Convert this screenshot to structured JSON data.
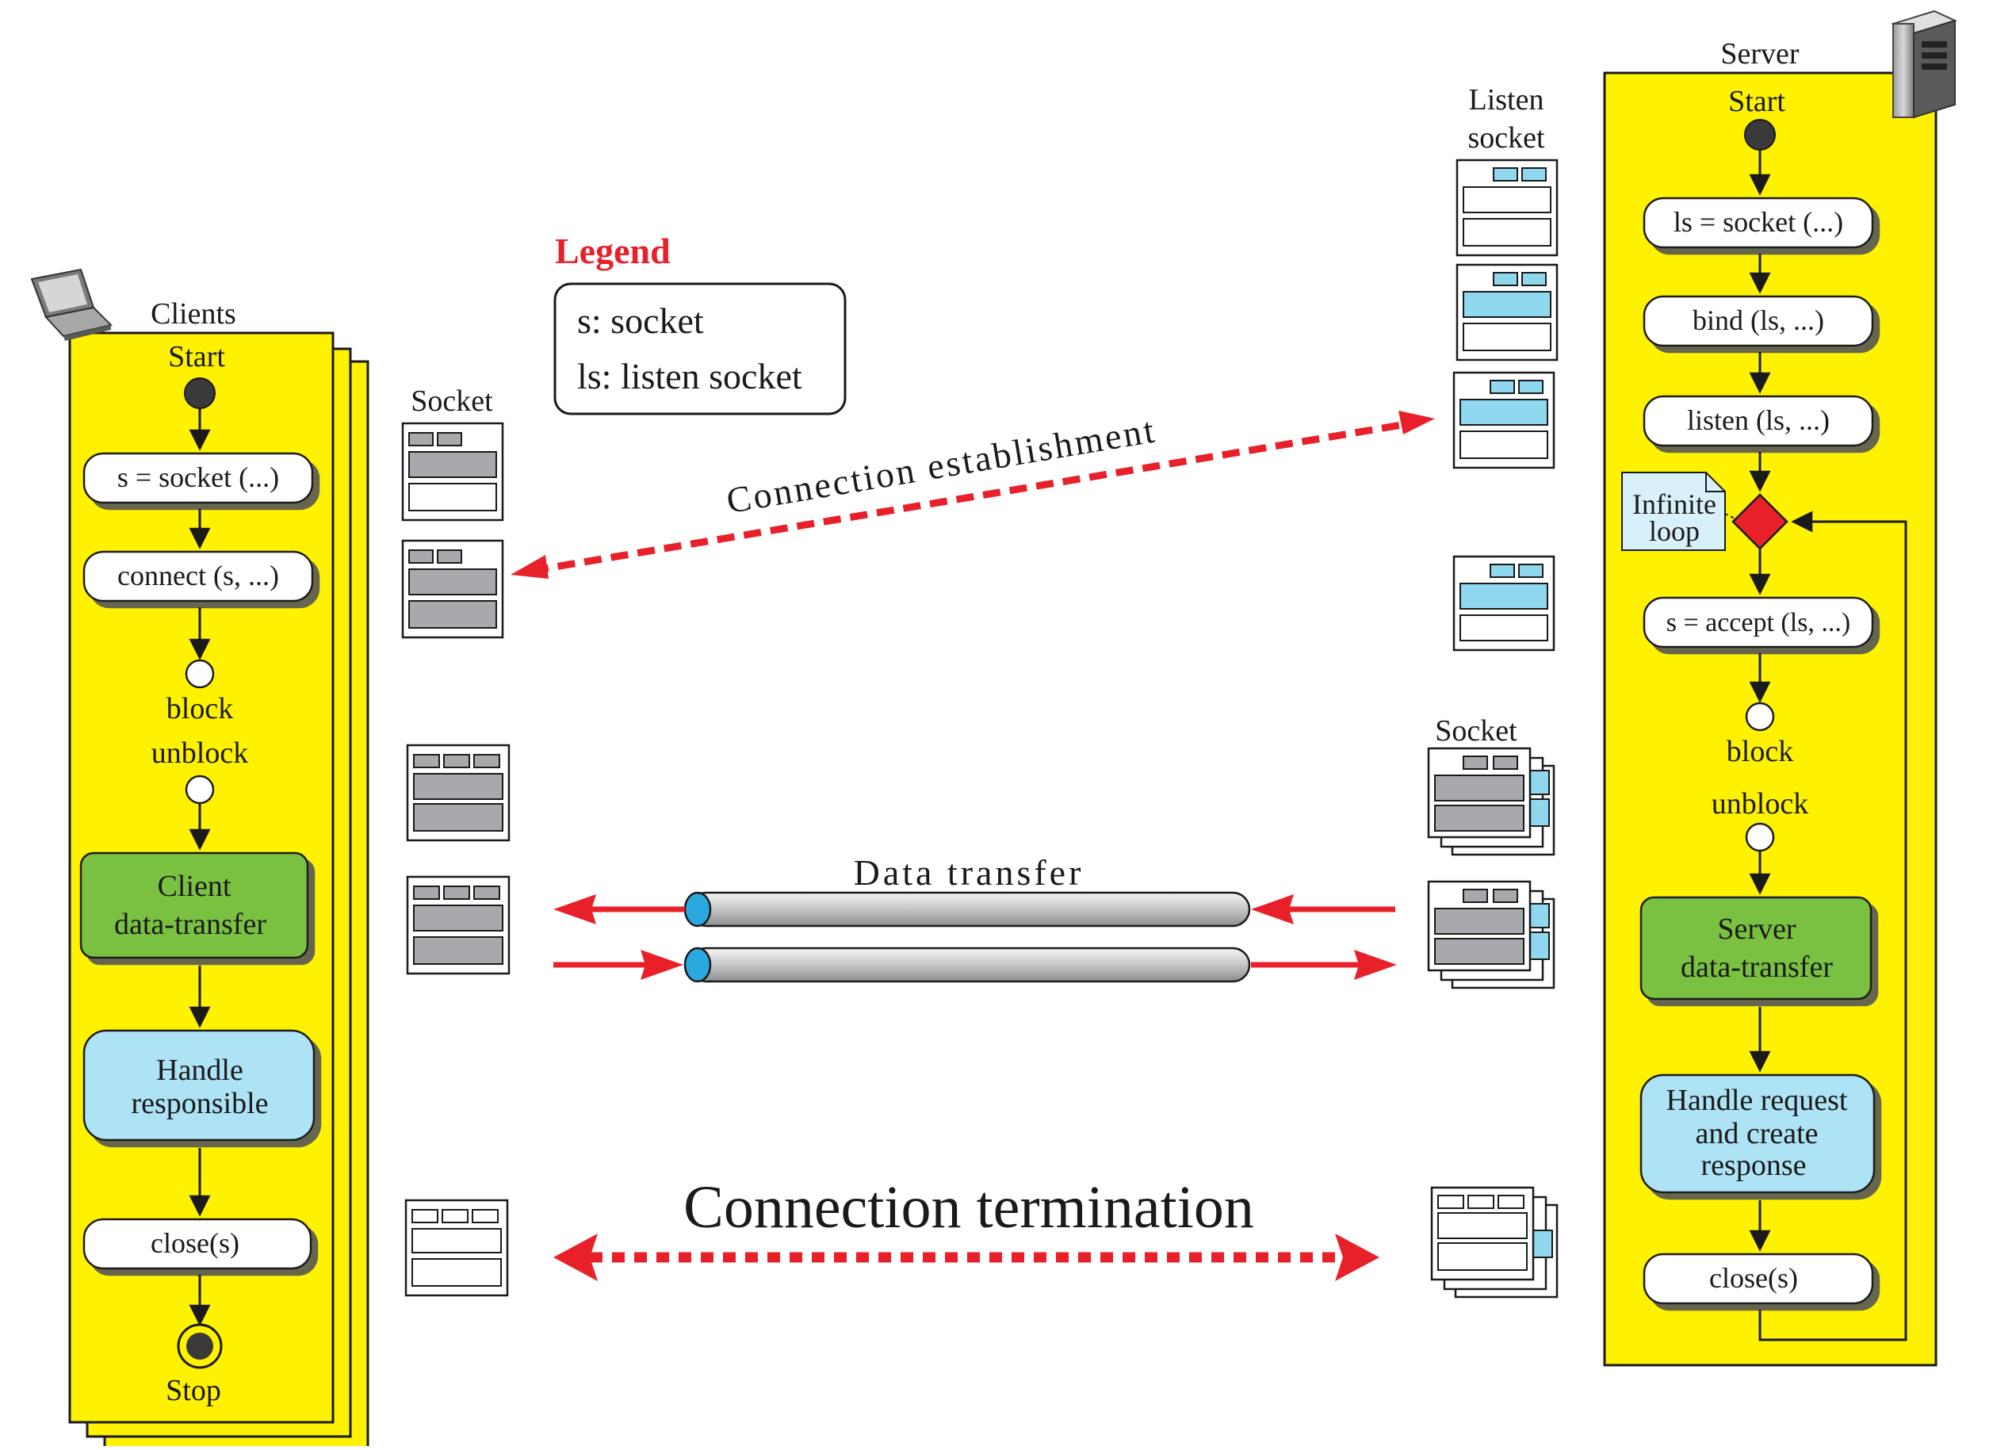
{
  "clients": {
    "title": "Clients",
    "start": "Start",
    "step_socket": "s = socket (...)",
    "step_connect": "connect (s, ...)",
    "block": "block",
    "unblock": "unblock",
    "data_transfer_line1": "Client",
    "data_transfer_line2": "data-transfer",
    "handle_line1": "Handle",
    "handle_line2": "responsible",
    "close": "close(s)",
    "stop": "Stop"
  },
  "server": {
    "title": "Server",
    "start": "Start",
    "step_socket": "ls = socket (...)",
    "step_bind": "bind (ls, ...)",
    "step_listen": "listen (ls, ...)",
    "infinite_loop_line1": "Infinite",
    "infinite_loop_line2": "loop",
    "step_accept": "s = accept (ls, ...)",
    "block": "block",
    "unblock": "unblock",
    "data_transfer_line1": "Server",
    "data_transfer_line2": "data-transfer",
    "handle_line1": "Handle request",
    "handle_line2": "and create",
    "handle_line3": "response",
    "close": "close(s)"
  },
  "legend": {
    "title": "Legend",
    "item1": "s: socket",
    "item2": "ls: listen socket"
  },
  "labels": {
    "client_socket": "Socket",
    "listen_socket_line1": "Listen",
    "listen_socket_line2": "socket",
    "server_socket": "Socket",
    "connection_establishment": "Connection establishment",
    "data_transfer": "Data transfer",
    "connection_termination": "Connection termination"
  },
  "colors": {
    "lane_fill": "#fff200",
    "green_box": "#7ac143",
    "blue_box": "#aee3f5",
    "socket_gray": "#a7a9ac",
    "socket_blue": "#8fd8f0",
    "arrow_red": "#e8202a",
    "diamond_red": "#e8202a",
    "legend_red": "#e8202a"
  }
}
